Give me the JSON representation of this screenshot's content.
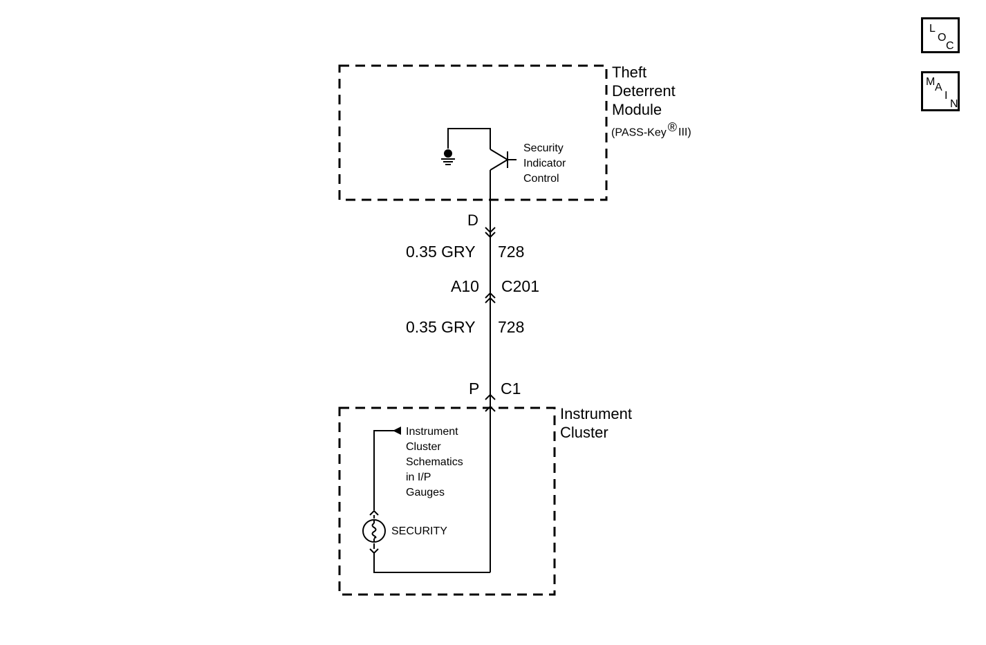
{
  "nav": {
    "loc": {
      "l": "L",
      "o": "O",
      "c": "C"
    },
    "main": {
      "m": "M",
      "a": "A",
      "i": "I",
      "n": "N"
    }
  },
  "theft_module": {
    "title_line1": "Theft",
    "title_line2": "Deterrent",
    "title_line3": "Module",
    "subtitle_prefix": "(PASS-Key",
    "registered": "®",
    "subtitle_suffix": "III)",
    "control_line1": "Security",
    "control_line2": "Indicator",
    "control_line3": "Control"
  },
  "wiring": {
    "pin_d": "D",
    "wire1_gauge_color": "0.35 GRY",
    "wire1_circuit": "728",
    "connector_pin": "A10",
    "connector_id": "C201",
    "wire2_gauge_color": "0.35 GRY",
    "wire2_circuit": "728",
    "cluster_pin": "P",
    "cluster_connector": "C1"
  },
  "instrument_cluster": {
    "title_line1": "Instrument",
    "title_line2": "Cluster",
    "ref_line1": "Instrument",
    "ref_line2": "Cluster",
    "ref_line3": "Schematics",
    "ref_line4": "in I/P",
    "ref_line5": "Gauges",
    "lamp_label": "SECURITY"
  }
}
